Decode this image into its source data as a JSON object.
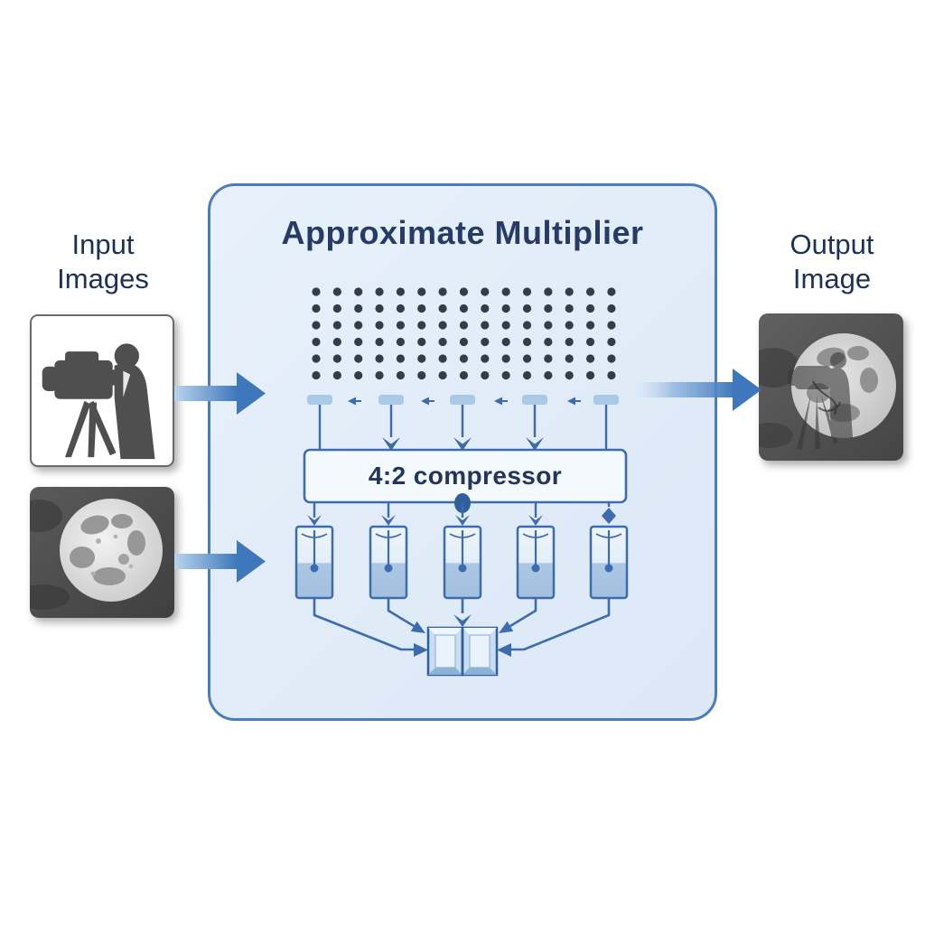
{
  "title": "Approximate Multiplier",
  "labels": {
    "input": {
      "line1": "Input",
      "line2": "Images"
    },
    "output": {
      "line1": "Output",
      "line2": "Image"
    }
  },
  "compressor": {
    "label": "4:2 compressor"
  },
  "partial_products": {
    "rows": 6,
    "cols": 15
  },
  "lanes": {
    "count": 5,
    "inter_lane_arrows": 4
  },
  "registers": {
    "count": 5
  },
  "adder": {
    "halves": 2
  },
  "images": {
    "input1": "cameraman-photo",
    "input2": "moon-photo",
    "output": "moon-with-cameraman-overlay"
  },
  "colors": {
    "panel_fill": "#e3eef9",
    "panel_border": "#4d7db8",
    "title_text": "#263c66",
    "label_text": "#1d3156",
    "dot": "#333c4b",
    "tab_fill": "#a9c9e7",
    "line": "#3c6cae",
    "compressor_fill": "#f4f9fd",
    "compressor_text": "#22365c",
    "register_fill_top": "#eef4fb",
    "register_fill_bottom": "#a2c0df",
    "arrow_gradient_start": "#b9d4ed",
    "arrow_gradient_end": "#3e77bb",
    "adder_stroke": "#2f5d9e",
    "adder_fill": "#c9ddf1"
  }
}
